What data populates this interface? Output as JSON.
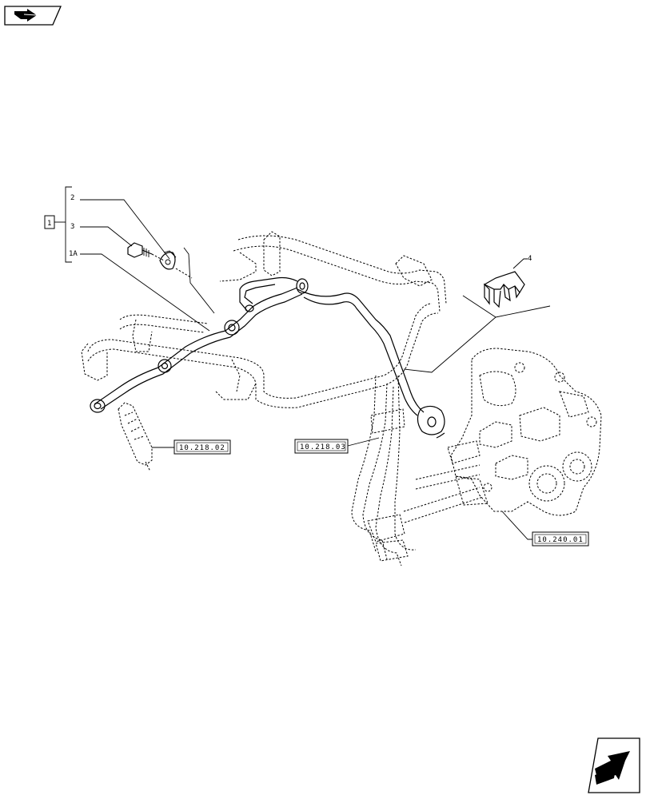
{
  "icons": {
    "top_left": "book-arrow-icon",
    "bottom_right": "next-page-arrow-icon"
  },
  "group": {
    "box_label": "1",
    "items": [
      "2",
      "3",
      "1A"
    ]
  },
  "callouts": {
    "item_4": "4"
  },
  "references": {
    "injector": "10.218.02",
    "pipes": "10.218.03",
    "pump": "10.240.01"
  }
}
